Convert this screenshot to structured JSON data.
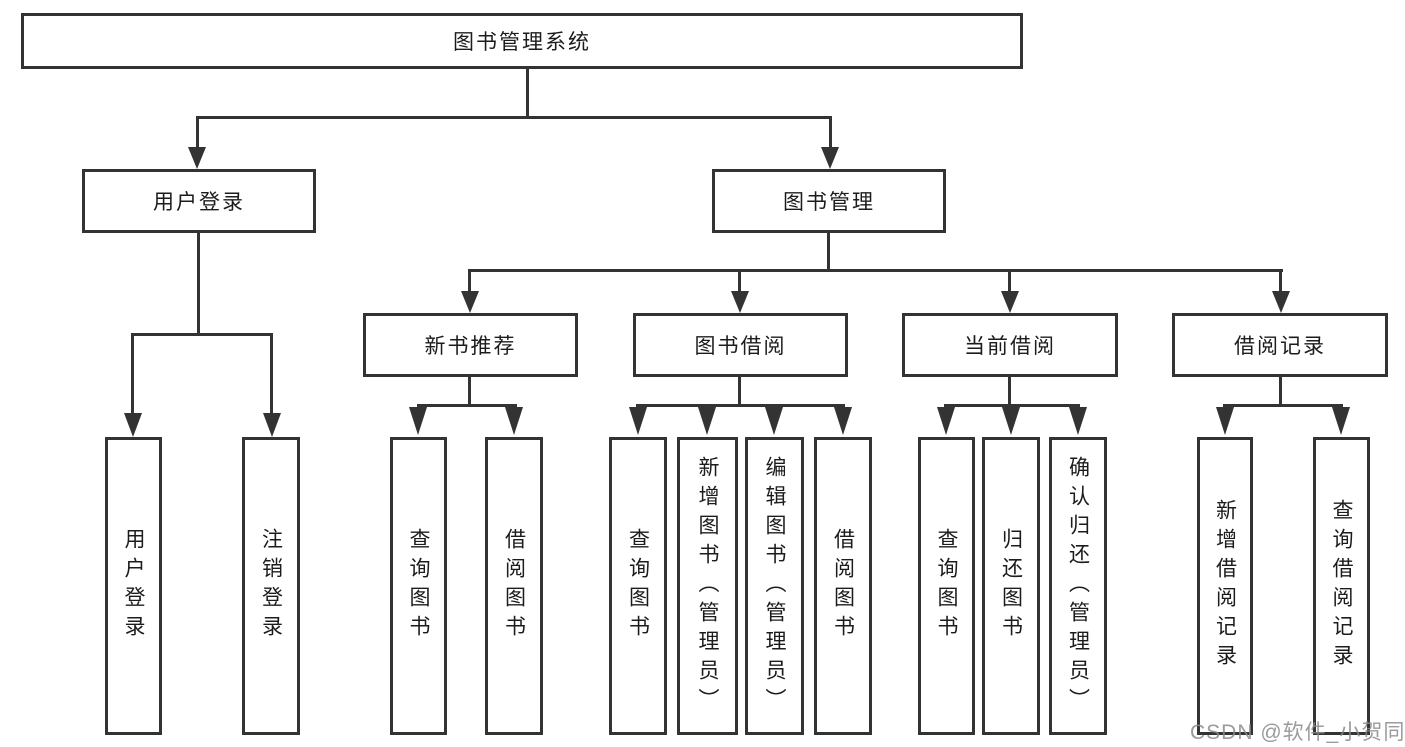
{
  "tree": {
    "root": {
      "label": "图书管理系统",
      "children": [
        {
          "label": "用户登录",
          "children": [
            {
              "label": "用户登录"
            },
            {
              "label": "注销登录"
            }
          ]
        },
        {
          "label": "图书管理",
          "children": [
            {
              "label": "新书推荐",
              "children": [
                {
                  "label": "查询图书"
                },
                {
                  "label": "借阅图书"
                }
              ]
            },
            {
              "label": "图书借阅",
              "children": [
                {
                  "label": "查询图书"
                },
                {
                  "label": "新增图书（管理员）"
                },
                {
                  "label": "编辑图书（管理员）"
                },
                {
                  "label": "借阅图书"
                }
              ]
            },
            {
              "label": "当前借阅",
              "children": [
                {
                  "label": "查询图书"
                },
                {
                  "label": "归还图书"
                },
                {
                  "label": "确认归还（管理员）"
                }
              ]
            },
            {
              "label": "借阅记录",
              "children": [
                {
                  "label": "新增借阅记录"
                },
                {
                  "label": "查询借阅记录"
                }
              ]
            }
          ]
        }
      ]
    }
  },
  "watermark": {
    "text": "CSDN @软件_小贺同学"
  },
  "colors": {
    "line": "#333333",
    "text": "#1c1c1c",
    "background": "#ffffff",
    "watermark": "#8a8a8e"
  }
}
